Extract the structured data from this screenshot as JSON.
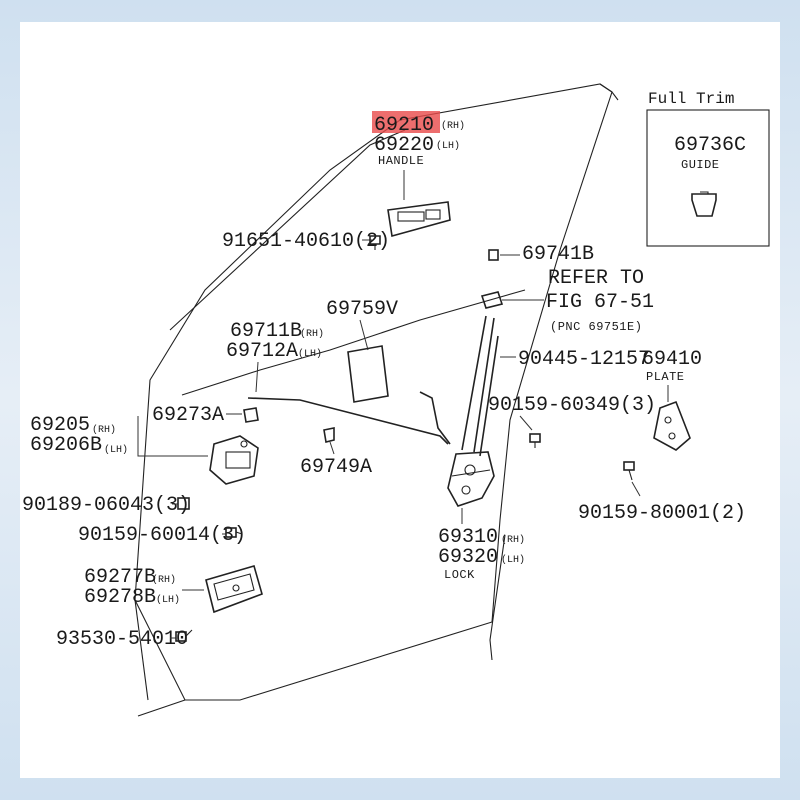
{
  "inset": {
    "title": "Full Trim",
    "part_no": "69736C",
    "part_name": "GUIDE"
  },
  "parts": {
    "handle_rh_no": "69210",
    "handle_rh_side": "(RH)",
    "handle_lh_no": "69220",
    "handle_lh_side": "(LH)",
    "handle_name": "HANDLE",
    "screw_handle": "91651-40610(2)",
    "clip_69741b": "69741B",
    "refer_line1": "REFER TO",
    "refer_line2": "FIG 67-51",
    "refer_line3": "(PNC 69751E)",
    "pad_69759v": "69759V",
    "rod_rh_no": "69711B",
    "rod_rh_side": "(RH)",
    "rod_lh_no": "69712A",
    "rod_lh_side": "(LH)",
    "screw_90445": "90445-12157",
    "plate_no": "69410",
    "plate_name": "PLATE",
    "bracket_rh_no": "69205",
    "bracket_rh_side": "(RH)",
    "bracket_lh_no": "69206B",
    "bracket_lh_side": "(LH)",
    "clip_69273a": "69273A",
    "screw_90159_60349": "90159-60349(3)",
    "clip_69749a": "69749A",
    "nut_90189": "90189-06043(3)",
    "screw_90159_80001": "90159-80001(2)",
    "screw_90159_60014": "90159-60014(3)",
    "lock_rh_no": "69310",
    "lock_rh_side": "(RH)",
    "lock_lh_no": "69320",
    "lock_lh_side": "(LH)",
    "lock_name": "LOCK",
    "inner_rh_no": "69277B",
    "inner_rh_side": "(RH)",
    "inner_lh_no": "69278B",
    "inner_lh_side": "(LH)",
    "screw_93530": "93530-54010"
  },
  "colors": {
    "highlight": "#e84a4a"
  }
}
